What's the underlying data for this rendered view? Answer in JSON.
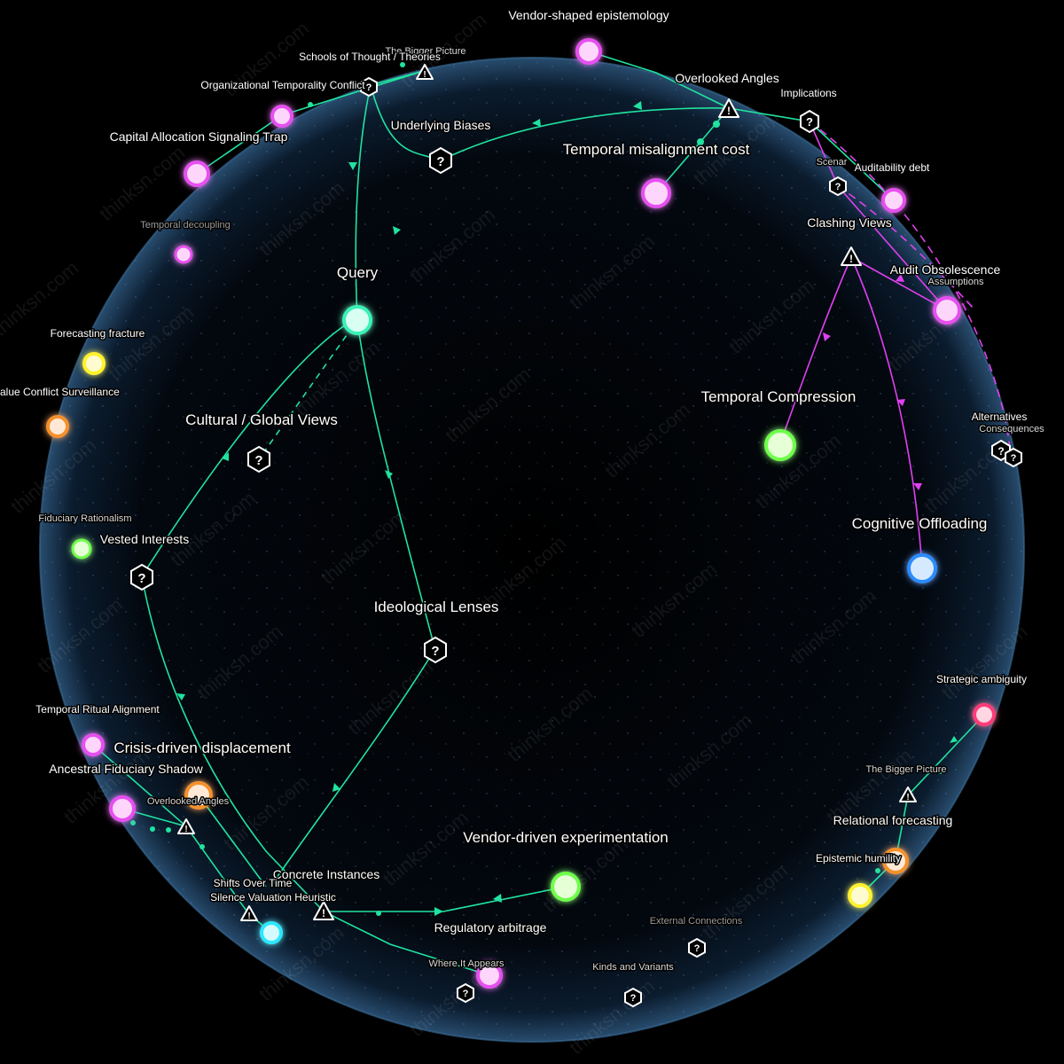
{
  "colors": {
    "green_edge": "#20e3a0",
    "magenta_edge": "#e040f0",
    "sphere_edge": "#2a5a80",
    "node_magenta": "#e64ff0",
    "node_green": "#6dff4a",
    "node_yellow": "#fff22a",
    "node_orange": "#f5902a",
    "node_blue": "#2a8cff",
    "node_cyan": "#2ae8ff",
    "node_pink": "#ff3a78",
    "node_query": "#39f3b8"
  },
  "watermark": "thinksn.com",
  "labels": {
    "vendor_shaped_epistemology": "Vendor-shaped epistemology",
    "the_bigger_picture_top": "The Bigger Picture",
    "schools_of_thought": "Schools of Thought / Theories",
    "organizational_temporality_conflict": "Organizational Temporality Conflict",
    "overlooked_angles_top": "Overlooked Angles",
    "implications": "Implications",
    "underlying_biases": "Underlying Biases",
    "capital_allocation_signaling_trap": "Capital Allocation Signaling Trap",
    "temporal_misalignment_cost": "Temporal misalignment cost",
    "scenarios": "Scenar",
    "auditability_debt": "Auditability debt",
    "clashing_views": "Clashing Views",
    "temporal_decoupling": "Temporal decoupling",
    "audit_obsolescence": "Audit Obsolescence",
    "assumptions": "Assumptions",
    "query": "Query",
    "forecasting_fracture": "Forecasting fracture",
    "value_conflict_surveillance": "alue Conflict Surveillance",
    "temporal_compression": "Temporal Compression",
    "cultural_global_views": "Cultural / Global Views",
    "alternatives": "Alternatives",
    "consequences": "Consequences",
    "fiduciary_rationalism": "Fiduciary Rationalism",
    "vested_interests": "Vested Interests",
    "cognitive_offloading": "Cognitive Offloading",
    "ideological_lenses": "Ideological Lenses",
    "strategic_ambiguity": "Strategic ambiguity",
    "temporal_ritual_alignment": "Temporal Ritual Alignment",
    "crisis_driven_displacement": "Crisis-driven displacement",
    "ancestral_fiduciary_shadow": "Ancestral Fiduciary Shadow",
    "the_bigger_picture_right": "The Bigger Picture",
    "overlooked_angles_bottom": "Overlooked Angles",
    "relational_forecasting": "Relational forecasting",
    "vendor_driven_experimentation": "Vendor-driven experimentation",
    "epistemic_humility": "Epistemic humility",
    "concrete_instances": "Concrete Instances",
    "shifts_over_time": "Shifts Over Time",
    "silence_valuation_heuristic": "Silence Valuation Heuristic",
    "external_connections": "External Connections",
    "regulatory_arbitrage": "Regulatory arbitrage",
    "kinds_and_variants": "Kinds and Variants",
    "where_it_appears": "Where It Appears"
  }
}
